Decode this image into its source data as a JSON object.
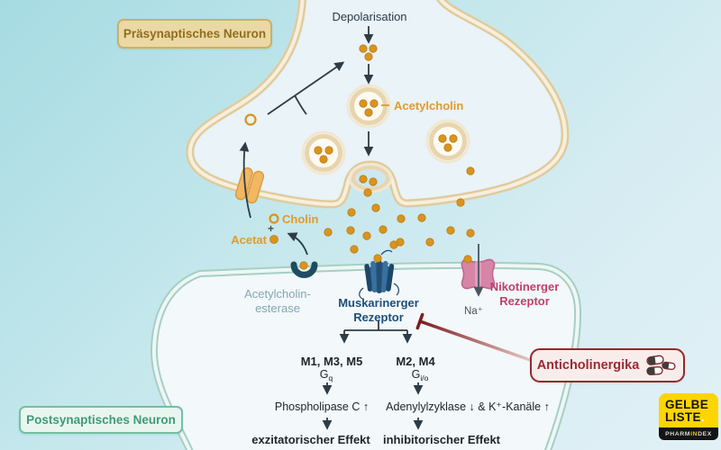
{
  "labels": {
    "depolarisation": "Depolarisation",
    "presynaptic_neuron": "Präsynaptisches Neuron",
    "postsynaptic_neuron": "Postsynaptisches Neuron",
    "acetylcholine": "Acetylcholin",
    "choline": "Cholin",
    "plus": "+",
    "acetate": "Acetat",
    "esterase_line1": "Acetylcholin-",
    "esterase_line2": "esterase",
    "muscarinic_line1": "Muskarinerger",
    "muscarinic_line2": "Rezeptor",
    "nicotinic_line1": "Nikotinerger",
    "nicotinic_line2": "Rezeptor",
    "sodium": "Na⁺",
    "anticholinergics": "Anticholinergika"
  },
  "pathways": {
    "left": {
      "receptors": "M1, M3, M5",
      "g_protein": "G",
      "g_sub": "q",
      "effector": "Phospholipase C ↑",
      "effect": "exzitatorischer Effekt"
    },
    "right": {
      "receptors": "M2, M4",
      "g_protein": "G",
      "g_sub": "i/o",
      "effector": "Adenylylzyklase ↓  &  K⁺-Kanäle ↑",
      "effect": "inhibitorischer Effekt"
    }
  },
  "logo": {
    "brand_line1": "GELBE",
    "brand_line2": "LISTE",
    "brand_dot": ".",
    "tagline_1": "PHARM",
    "tagline_2": "IN",
    "tagline_3": "DEX"
  },
  "colors": {
    "accent_orange": "#E09B2D",
    "receptor_navy": "#1D4E7A",
    "nicotinic_pink": "#C2406A",
    "inhibitor_red": "#8E2026",
    "membrane_tan": "#E2CDA0",
    "membrane_green": "#A6CFC4",
    "logo_yellow": "#FFD500"
  }
}
